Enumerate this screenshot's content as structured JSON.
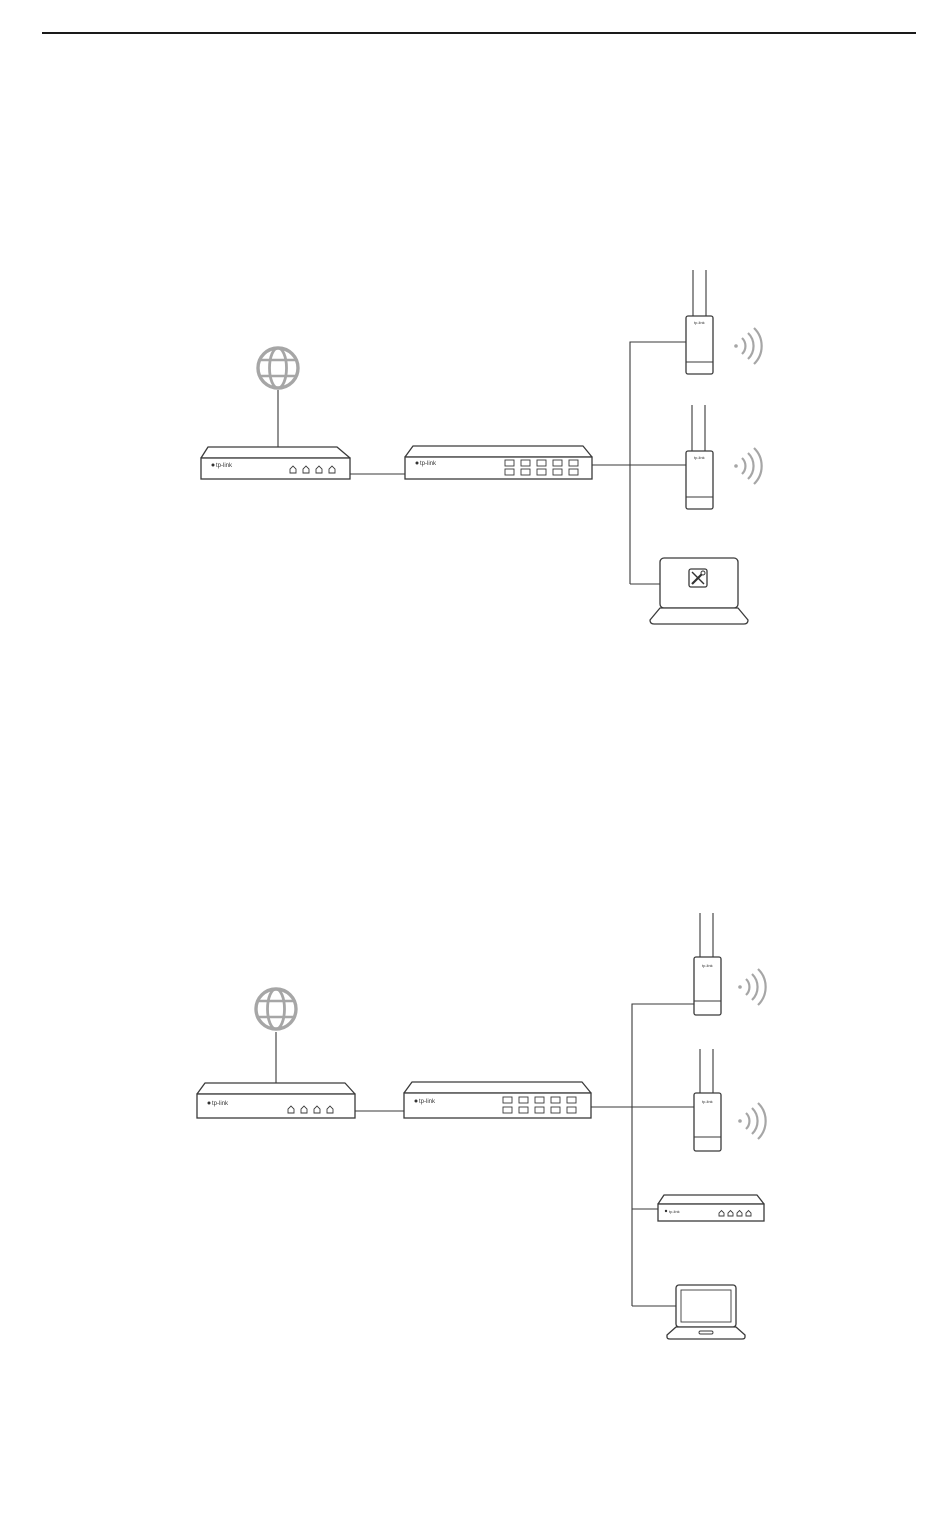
{
  "header": {
    "rule_color": "#1a1a1a"
  },
  "colors": {
    "line": "#3a3a3a",
    "internet_globe": "#a6a6a6",
    "wifi_signal": "#a6a6a6"
  },
  "brand": {
    "logo_text": "tp-link"
  },
  "diagrams": [
    {
      "id": "topology-1",
      "nodes": [
        "internet-globe-icon",
        "router",
        "switch",
        "access-point",
        "access-point",
        "controller-laptop"
      ],
      "laptop_screen_icon": "tools-icon"
    },
    {
      "id": "topology-2",
      "nodes": [
        "internet-globe-icon",
        "router",
        "switch",
        "access-point",
        "access-point",
        "controller-device",
        "laptop"
      ]
    }
  ]
}
